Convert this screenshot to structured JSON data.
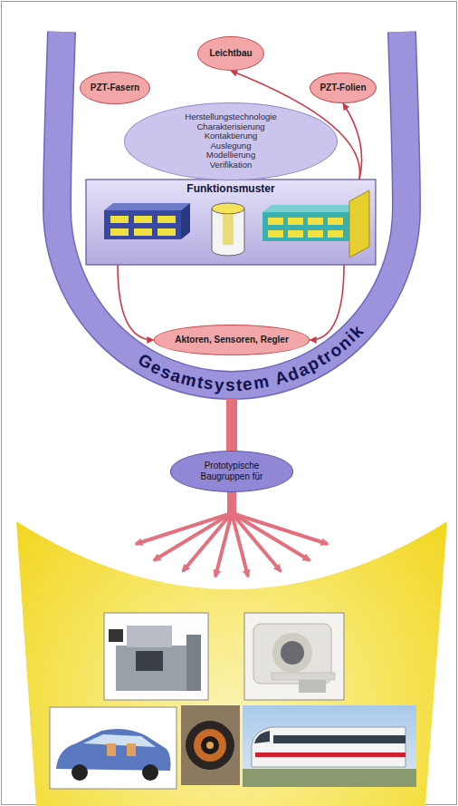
{
  "diagram": {
    "nodes": [
      {
        "text": [
          "Gesamtsystem Adaptronik"
        ]
      },
      {
        "text": [
          "Leichtbau"
        ],
        "in": 0
      },
      {
        "text": [
          "PZT-Fasern"
        ],
        "in": 0
      },
      {
        "text": [
          "PZT-Folien"
        ],
        "in": 0
      },
      {
        "text": [
          "Herstellungstechnologie Charakterisierung Kontaktierung Auslegung Modellierung Verifikation"
        ],
        "in": 0
      },
      {
        "text": [
          "Funktionsmuster"
        ],
        "in": 0
      },
      {
        "text": [
          "Aktoren, Sensoren, Regler"
        ],
        "in": 0
      },
      {
        "text": [
          "Prototypische Baugruppen für"
        ]
      }
    ],
    "edges": [
      {
        "from": 5,
        "to": 1,
        "arrow": "to"
      },
      {
        "from": 5,
        "to": 3,
        "arrow": "to"
      },
      {
        "from": 5,
        "to": 6,
        "arrow": "to"
      },
      {
        "from": 5,
        "to": 6,
        "arrow": "to"
      },
      {
        "from": 0,
        "to": 7,
        "arrow": "none"
      }
    ]
  }
}
